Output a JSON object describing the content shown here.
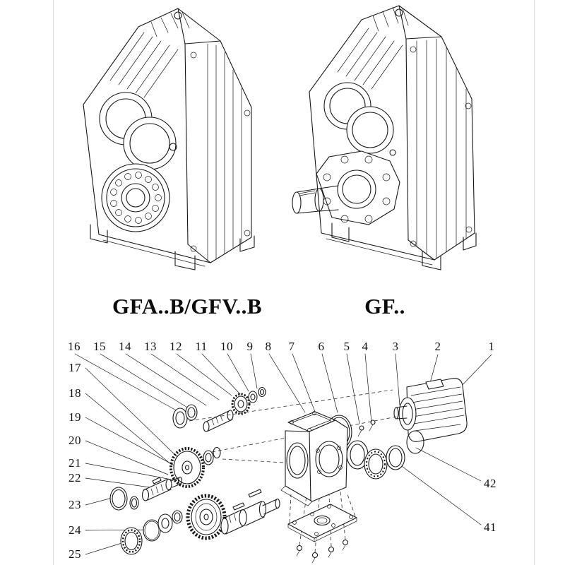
{
  "labels": {
    "left_model": "GFA..B/GFV..B",
    "right_model": "GF.."
  },
  "part_numbers": {
    "top_row": [
      "16",
      "15",
      "14",
      "13",
      "12",
      "11",
      "10",
      "9",
      "8",
      "7",
      "6",
      "5",
      "4",
      "3",
      "2",
      "1"
    ],
    "left_column": [
      "17",
      "18",
      "19",
      "20",
      "21",
      "22",
      "23",
      "24",
      "25"
    ],
    "right_column": [
      "42",
      "41"
    ]
  },
  "colors": {
    "line": "#181818",
    "background": "#ffffff"
  }
}
